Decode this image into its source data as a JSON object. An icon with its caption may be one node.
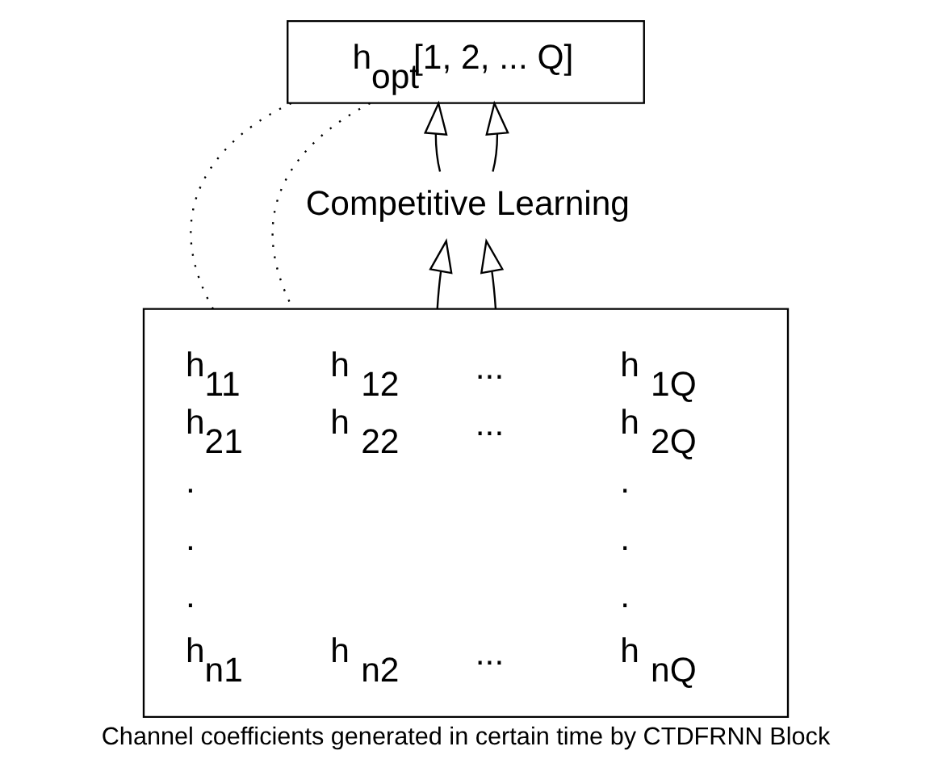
{
  "diagram": {
    "caption": "Channel coefficients generated in certain time by CTDFRNN Block",
    "nodes": [
      {
        "text": [
          "h$_{opt}$[1, 2, ... Q]"
        ]
      },
      {
        "text": [
          "Competitive Learning"
        ]
      },
      {
        "text": [
          "h$_{11}$",
          "h $_{12}$",
          "...",
          "h $_{1Q}$",
          "h$_{21}$",
          "h $_{22}$",
          "...",
          "h $_{2Q}$",
          ".",
          ".",
          ".",
          ".",
          ".",
          ".",
          "h$_{n1}$",
          "h $_{n2}$",
          "...",
          "h $_{nQ}$"
        ]
      }
    ],
    "edges": [
      {
        "from": 2,
        "to": 1,
        "arrow": "to"
      },
      {
        "from": 2,
        "to": 1,
        "arrow": "to"
      },
      {
        "from": 1,
        "to": 0,
        "arrow": "to"
      },
      {
        "from": 1,
        "to": 0,
        "arrow": "to"
      },
      {
        "from": 0,
        "to": 2,
        "arrow": "none",
        "style": "dashed"
      },
      {
        "from": 0,
        "to": 2,
        "arrow": "none",
        "style": "dashed"
      }
    ]
  }
}
